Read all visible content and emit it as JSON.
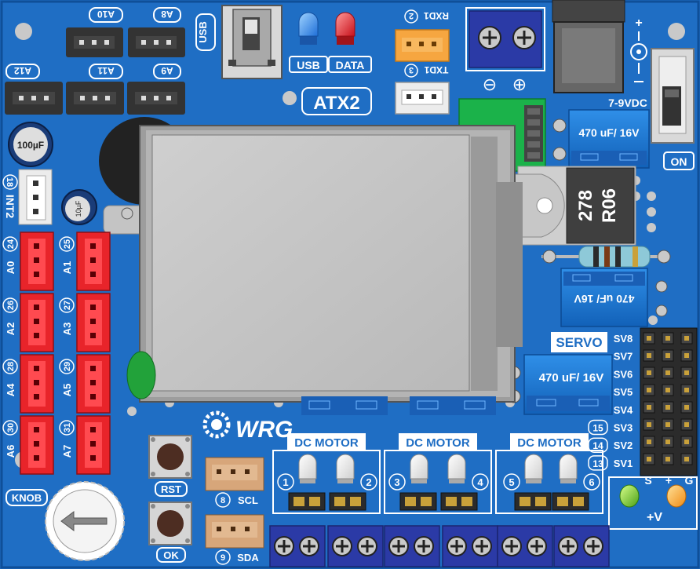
{
  "board": {
    "name": "ATX2",
    "colors": {
      "pcb": "#1f6ec4",
      "pcb_dark": "#0f4f98",
      "silk": "#ffffff",
      "header_red": "#e8242a",
      "screen": "#c6c6c6",
      "motor_terminal": "#2b3aa6"
    }
  },
  "top_headers": {
    "top_row": [
      "A10",
      "A8"
    ],
    "mid_row": [
      "A12",
      "A11",
      "A9"
    ]
  },
  "switch_usb_label": "USB",
  "leds_top": {
    "usb": "USB",
    "data": "DATA"
  },
  "serial": {
    "rxd_pin": "2",
    "rxd_label": "RXD1",
    "txd_pin": "3",
    "txd_label": "TXD1"
  },
  "power": {
    "terminal_minus": "⊖",
    "terminal_plus": "⊕",
    "dc_jack_label": "+",
    "voltage_label": "7-9VDC",
    "switch_label": "ON",
    "title": "ATX2"
  },
  "capacitors": {
    "small_left": "100µF",
    "small_mid": "10µF",
    "big1": "470 uF/ 16V",
    "big2": "470 uF/ 16V",
    "big3": "470 uF/ 16V"
  },
  "inductor": {
    "line1": "278",
    "line2": "R06"
  },
  "left_side": {
    "int2_pin": "18",
    "int2_label": "INT2",
    "analog": [
      {
        "pin": "24",
        "label": "A0"
      },
      {
        "pin": "25",
        "label": "A1"
      },
      {
        "pin": "26",
        "label": "A2"
      },
      {
        "pin": "27",
        "label": "A3"
      },
      {
        "pin": "28",
        "label": "A4"
      },
      {
        "pin": "29",
        "label": "A5"
      },
      {
        "pin": "30",
        "label": "A6"
      },
      {
        "pin": "31",
        "label": "A7"
      }
    ],
    "knob_label": "KNOB"
  },
  "buttons": {
    "reset": "RST",
    "ok": "OK"
  },
  "logo_text": "WRG",
  "i2c": {
    "scl_pin": "8",
    "scl": "SCL",
    "sda_pin": "9",
    "sda": "SDA"
  },
  "servo": {
    "label": "SERVO",
    "ports": [
      "SV8",
      "SV7",
      "SV6",
      "SV5",
      "SV4",
      "SV3",
      "SV2",
      "SV1"
    ],
    "pin_numbers": [
      "15",
      "14",
      "13"
    ],
    "header_labels": {
      "s": "S",
      "plus": "+",
      "g": "G"
    },
    "power_label": "+V"
  },
  "motors": {
    "label": "DC MOTOR",
    "numbers": [
      "1",
      "2",
      "3",
      "4",
      "5",
      "6"
    ]
  }
}
